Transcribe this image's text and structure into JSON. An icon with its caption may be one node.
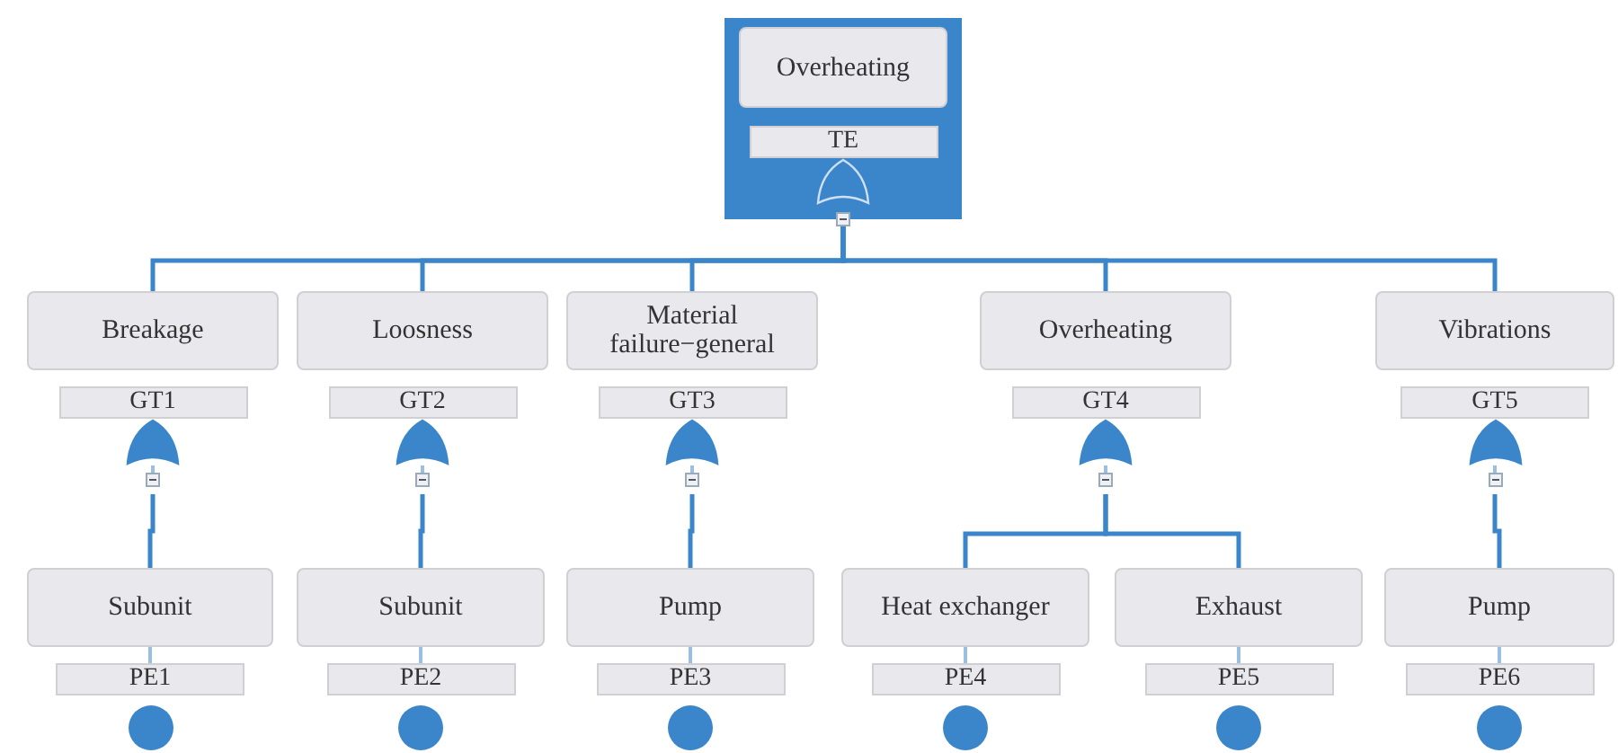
{
  "diagram": {
    "nodes": [
      {
        "text": [
          "Overheating",
          "TE"
        ]
      },
      {
        "text": [
          "Breakage",
          "GT1"
        ]
      },
      {
        "text": [
          "Loosness",
          "GT2"
        ]
      },
      {
        "text": [
          "Material failure−general",
          "GT3"
        ]
      },
      {
        "text": [
          "Overheating",
          "GT4"
        ]
      },
      {
        "text": [
          "Vibrations",
          "GT5"
        ]
      },
      {
        "text": [
          "Subunit",
          "PE1"
        ]
      },
      {
        "text": [
          "Subunit",
          "PE2"
        ]
      },
      {
        "text": [
          "Pump",
          "PE3"
        ]
      },
      {
        "text": [
          "Heat exchanger",
          "PE4"
        ]
      },
      {
        "text": [
          "Exhaust",
          "PE5"
        ]
      },
      {
        "text": [
          "Pump",
          "PE6"
        ]
      }
    ],
    "edges": [
      {
        "from": 0,
        "to": 1,
        "arrow": "none"
      },
      {
        "from": 0,
        "to": 2,
        "arrow": "none"
      },
      {
        "from": 0,
        "to": 3,
        "arrow": "none"
      },
      {
        "from": 0,
        "to": 4,
        "arrow": "none"
      },
      {
        "from": 0,
        "to": 5,
        "arrow": "none"
      },
      {
        "from": 1,
        "to": 6,
        "arrow": "none"
      },
      {
        "from": 2,
        "to": 7,
        "arrow": "none"
      },
      {
        "from": 3,
        "to": 8,
        "arrow": "none"
      },
      {
        "from": 4,
        "to": 9,
        "arrow": "none"
      },
      {
        "from": 4,
        "to": 10,
        "arrow": "none"
      },
      {
        "from": 5,
        "to": 11,
        "arrow": "none"
      }
    ]
  }
}
